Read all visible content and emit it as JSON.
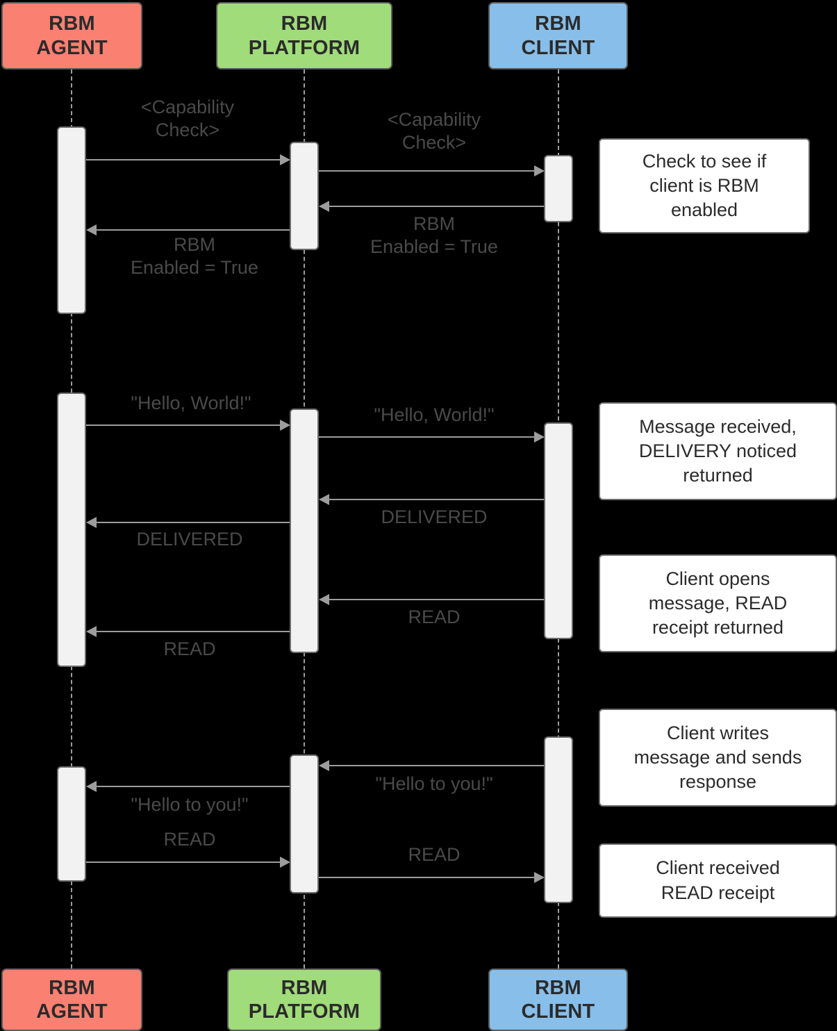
{
  "diagram": {
    "type": "sequence-diagram",
    "title": "RBM Messaging Sequence",
    "background_color": "#000000",
    "participants": [
      {
        "id": "agent",
        "line1": "RBM",
        "line2": "AGENT",
        "color": "#fa8072"
      },
      {
        "id": "platform",
        "line1": "RBM",
        "line2": "PLATFORM",
        "color": "#a0dc7a"
      },
      {
        "id": "client",
        "line1": "RBM",
        "line2": "CLIENT",
        "color": "#87beea"
      }
    ]
  },
  "messages": [
    {
      "id": "m1",
      "label": "<Capability\nCheck>",
      "from": "agent",
      "to": "platform",
      "direction": "right"
    },
    {
      "id": "m2",
      "label": "<Capability\nCheck>",
      "from": "platform",
      "to": "client",
      "direction": "right"
    },
    {
      "id": "m3",
      "label": "RBM\nEnabled = True",
      "from": "client",
      "to": "platform",
      "direction": "left"
    },
    {
      "id": "m4",
      "label": "RBM\nEnabled = True",
      "from": "platform",
      "to": "agent",
      "direction": "left"
    },
    {
      "id": "m5",
      "label": "\"Hello, World!\"",
      "from": "agent",
      "to": "platform",
      "direction": "right"
    },
    {
      "id": "m6",
      "label": "\"Hello, World!\"",
      "from": "platform",
      "to": "client",
      "direction": "right"
    },
    {
      "id": "m7",
      "label": "DELIVERED",
      "from": "client",
      "to": "platform",
      "direction": "left"
    },
    {
      "id": "m8",
      "label": "DELIVERED",
      "from": "platform",
      "to": "agent",
      "direction": "left"
    },
    {
      "id": "m9",
      "label": "READ",
      "from": "client",
      "to": "platform",
      "direction": "left"
    },
    {
      "id": "m10",
      "label": "READ",
      "from": "platform",
      "to": "agent",
      "direction": "left"
    },
    {
      "id": "m11",
      "label": "\"Hello to you!\"",
      "from": "client",
      "to": "platform",
      "direction": "left"
    },
    {
      "id": "m12",
      "label": "\"Hello to you!\"",
      "from": "platform",
      "to": "agent",
      "direction": "left"
    },
    {
      "id": "m13",
      "label": "READ",
      "from": "agent",
      "to": "platform",
      "direction": "right"
    },
    {
      "id": "m14",
      "label": "READ",
      "from": "platform",
      "to": "client",
      "direction": "right"
    }
  ],
  "notes": [
    {
      "id": "n1",
      "text": "Check to see if\nclient is RBM\nenabled"
    },
    {
      "id": "n2",
      "text": "Message received,\nDELIVERY noticed\nreturned"
    },
    {
      "id": "n3",
      "text": "Client opens\nmessage, READ\nreceipt returned"
    },
    {
      "id": "n4",
      "text": "Client writes\nmessage and sends\nresponse"
    },
    {
      "id": "n5",
      "text": "Client received\nREAD receipt"
    }
  ]
}
